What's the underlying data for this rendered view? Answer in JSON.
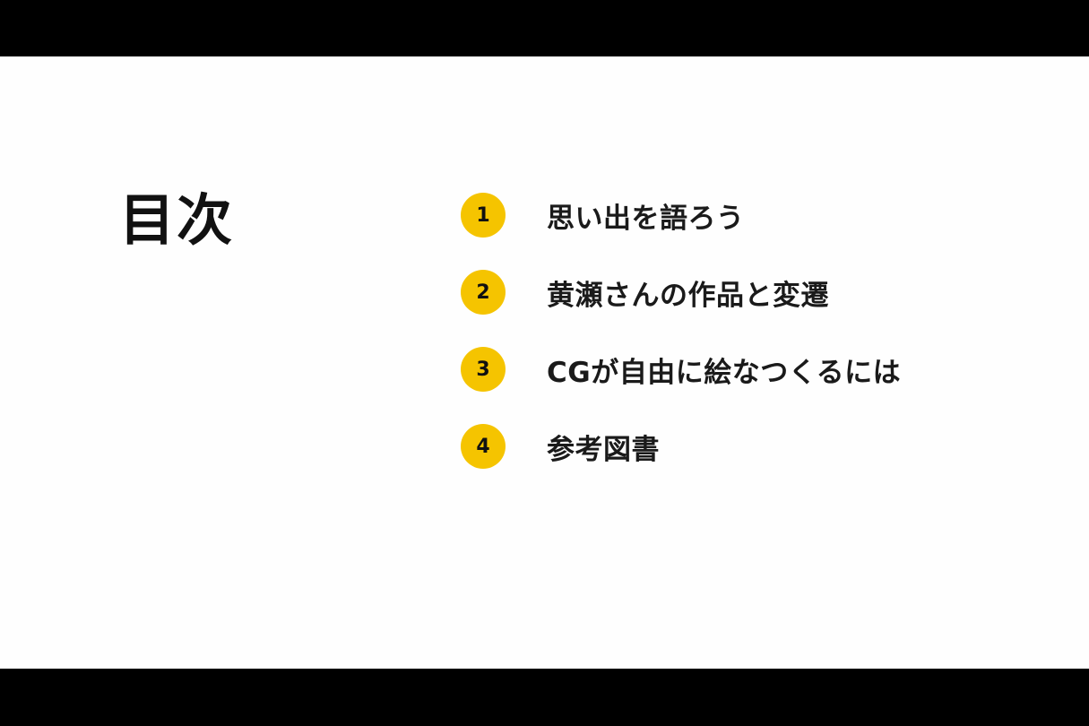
{
  "slide": {
    "title": "目次",
    "accent_color": "#F5C400",
    "toc": [
      {
        "number": "1",
        "label": "思い出を語ろう"
      },
      {
        "number": "2",
        "label": "黄瀬さんの作品と変遷"
      },
      {
        "number": "3",
        "label": "CGが自由に絵なつくるには"
      },
      {
        "number": "4",
        "label": "参考図書"
      }
    ]
  }
}
